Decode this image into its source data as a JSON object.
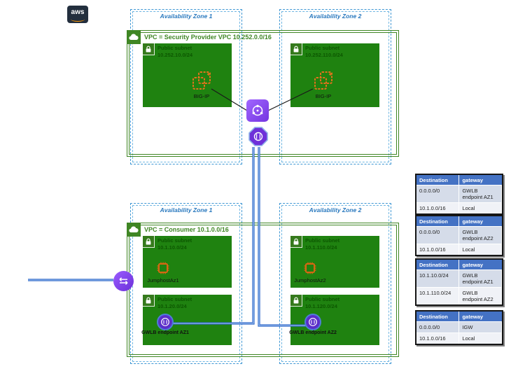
{
  "aws_logo": "aws",
  "security_vpc": {
    "title": "VPC = Security Provider VPC 10.252.0.0/16",
    "azs": [
      {
        "label": "Availability Zone 1",
        "subnet_type": "Public subnet",
        "subnet_cidr": "10.252.10.0/24",
        "node": "BIG-IP"
      },
      {
        "label": "Availability Zone 2",
        "subnet_type": "Public subnet",
        "subnet_cidr": "10.252.110.0/24",
        "node": "BIG-IP"
      }
    ]
  },
  "consumer_vpc": {
    "title": "VPC = Consumer 10.1.0.0/16",
    "azs": [
      {
        "label": "Availability Zone 1",
        "subnets": [
          {
            "type": "Public subnet",
            "cidr": "10.1.10.0/24",
            "node_label": "JumphostAz1"
          },
          {
            "type": "Public subnet",
            "cidr": "10.1.20.0/24",
            "node_label": "GWLB endpoint AZ1"
          }
        ]
      },
      {
        "label": "Availability Zone 2",
        "subnets": [
          {
            "type": "Public subnet",
            "cidr": "10.1.110.0/24",
            "node_label": "JumphostAz2"
          },
          {
            "type": "Public subnet",
            "cidr": "10.1.120.0/24",
            "node_label": "GWLB endpoint AZ2"
          }
        ]
      }
    ]
  },
  "route_tables": [
    {
      "headers": [
        "Destination",
        "gateway"
      ],
      "rows": [
        [
          "0.0.0.0/0",
          "GWLB endpoint AZ1"
        ],
        [
          "10.1.0.0/16",
          "Local"
        ]
      ]
    },
    {
      "headers": [
        "Destination",
        "gateway"
      ],
      "rows": [
        [
          "0.0.0.0/0",
          "GWLB endpoint AZ2"
        ],
        [
          "10.1.0.0/16",
          "Local"
        ]
      ]
    },
    {
      "headers": [
        "Destination",
        "gateway"
      ],
      "rows": [
        [
          "10.1.10.0/24",
          "GWLB endpoint AZ1"
        ],
        [
          "10.1.110.0/24",
          "GWLB endpoint AZ2"
        ]
      ]
    },
    {
      "headers": [
        "Destination",
        "gateway"
      ],
      "rows": [
        [
          "0.0.0.0/0",
          "IGW"
        ],
        [
          "10.1.0.0/16",
          "Local"
        ]
      ]
    }
  ],
  "icons": {
    "aws-logo": "aws brand mark",
    "vpc-cloud-icon": "green cloud",
    "subnet-lock-icon": "white lock on green",
    "bigip-icon": "orange overlapping chips",
    "gwlb-icon": "purple square load balancer",
    "gwlb-endpoint-service-icon": "purple octagon",
    "gwlb-endpoint-icon": "purple circle endpoint",
    "jumphost-instance-icon": "orange EC2 chip",
    "igw-icon": "purple internet gateway circle"
  },
  "colors": {
    "vpc_green": "#3F8624",
    "subnet_fill": "#1F8210",
    "az_dashed_blue": "#3F97D4",
    "az_label_blue": "#2878BE",
    "bigip_orange": "#E0721C",
    "instance_orange": "#D86613",
    "purple": "#8C4FFF",
    "route_header_blue": "#4472C4",
    "route_row_alt": "#D5DCE9",
    "connector_blue": "#2A63C8",
    "black_line": "#1A1A1A"
  }
}
